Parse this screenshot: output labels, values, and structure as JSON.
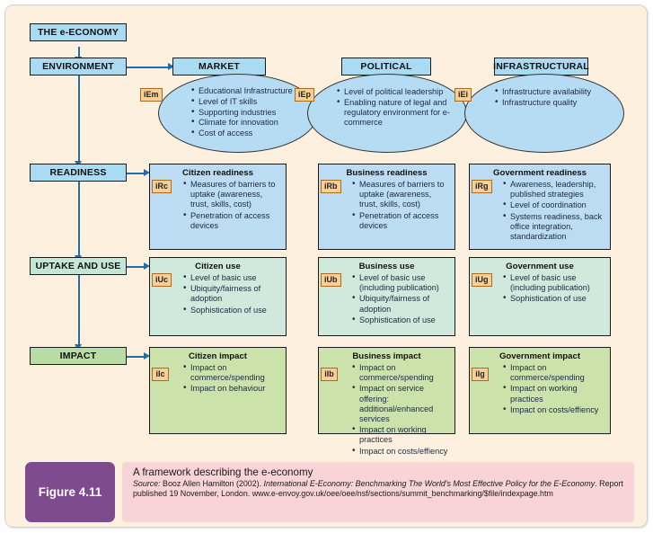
{
  "figure": {
    "tag": "Figure 4.11",
    "title": "A framework describing the e-economy",
    "source_prefix": "Source:",
    "source_part1": " Booz Allen Hamilton (2002). ",
    "source_italic": "International E-Economy: Benchmarking The World's Most Effective Policy for the E-Economy",
    "source_part2": ". Report published 19 November, London. www.e-envoy.gov.uk/oee/oee/nsf/sections/summit_benchmarking/$file/indexpage.htm"
  },
  "root": {
    "label": "THE e-ECONOMY"
  },
  "stage_labels": [
    {
      "id": "environment",
      "label": "ENVIRONMENT"
    },
    {
      "id": "readiness",
      "label": "READINESS"
    },
    {
      "id": "uptake",
      "label": "UPTAKE AND USE"
    },
    {
      "id": "impact",
      "label": "IMPACT"
    }
  ],
  "environment": {
    "columns": [
      {
        "header": "MARKET",
        "code": "iEm",
        "items": [
          "Educational Infrastructure",
          "Level of IT skills",
          "Supporting industries",
          "Climate for innovation",
          "Cost of access"
        ]
      },
      {
        "header": "POLITICAL",
        "code": "iEp",
        "items": [
          "Level of political leadership",
          "Enabling nature of legal and regulatory environment for e-commerce"
        ]
      },
      {
        "header": "INFRASTRUCTURAL",
        "code": "iEi",
        "items": [
          "Infrastructure availability",
          "Infrastructure quality"
        ]
      }
    ]
  },
  "readiness": {
    "columns": [
      {
        "title": "Citizen readiness",
        "code": "iRc",
        "items": [
          "Measures of barriers to uptake (awareness, trust, skills, cost)",
          "Penetration of access devices"
        ]
      },
      {
        "title": "Business readiness",
        "code": "iRb",
        "items": [
          "Measures of barriers to uptake (awareness, trust, skills, cost)",
          "Penetration of access devices"
        ]
      },
      {
        "title": "Government readiness",
        "code": "iRg",
        "items": [
          "Awareness, leadership, published strategies",
          "Level of coordination",
          "Systems readiness, back office integration, standardization"
        ]
      }
    ]
  },
  "uptake": {
    "columns": [
      {
        "title": "Citizen use",
        "code": "iUc",
        "items": [
          "Level of basic use",
          "Ubiquity/fairness of adoption",
          "Sophistication of use"
        ]
      },
      {
        "title": "Business use",
        "code": "iUb",
        "items": [
          "Level of basic use (including publication)",
          "Ubiquity/fairness of adoption",
          "Sophistication of use"
        ]
      },
      {
        "title": "Government use",
        "code": "iUg",
        "items": [
          "Level of basic use (including publication)",
          "Sophistication of use"
        ]
      }
    ]
  },
  "impact": {
    "columns": [
      {
        "title": "Citizen impact",
        "code": "iIc",
        "items": [
          "Impact on commerce/spending",
          "Impact on behaviour"
        ]
      },
      {
        "title": "Business impact",
        "code": "iIb",
        "items": [
          "Impact on commerce/spending",
          "Impact on service offering: additional/enhanced services",
          "Impact on working practices",
          "Impact on costs/effiency"
        ]
      },
      {
        "title": "Government impact",
        "code": "iIg",
        "items": [
          "Impact on commerce/spending",
          "Impact on working practices",
          "Impact on costs/effiency"
        ]
      }
    ]
  },
  "colors": {
    "canvas": "#fdf0de",
    "blue_header": "#a9dcf2",
    "blue_panel": "#bcdcf3",
    "mint_header": "#c3e6d6",
    "mint_panel": "#cfe9dc",
    "green_header": "#b8dca4",
    "green_panel": "#cbe3ab",
    "tag": "#f7cf9b",
    "connector": "#1f6fb0",
    "figure_tag": "#7e4b8e",
    "caption_bg": "#f8d4d6"
  }
}
